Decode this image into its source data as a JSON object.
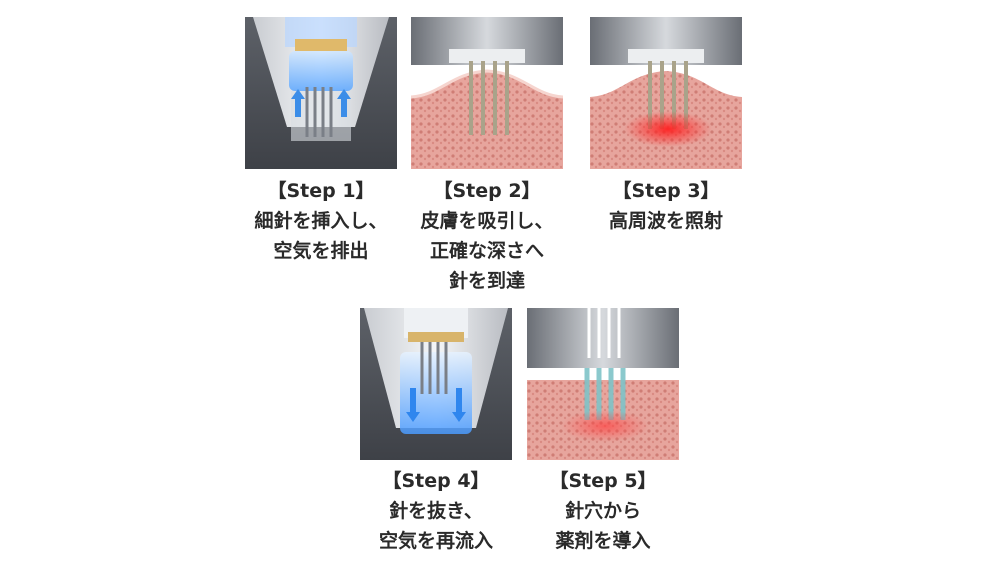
{
  "steps": [
    {
      "title": "【Step 1】",
      "lines": [
        "細針を挿入し、",
        "空気を排出"
      ],
      "illustration": "needle-tip-air-out-icon"
    },
    {
      "title": "【Step 2】",
      "lines": [
        "皮膚を吸引し、",
        "正確な深さへ",
        "針を到達"
      ],
      "illustration": "needles-in-skin-icon"
    },
    {
      "title": "【Step 3】",
      "lines": [
        "高周波を照射"
      ],
      "illustration": "radiofrequency-glow-icon"
    },
    {
      "title": "【Step 4】",
      "lines": [
        "針を抜き、",
        "空気を再流入"
      ],
      "illustration": "needle-tip-air-in-icon"
    },
    {
      "title": "【Step 5】",
      "lines": [
        "針穴から",
        "薬剤を導入"
      ],
      "illustration": "drug-infusion-icon"
    }
  ],
  "colors": {
    "skin": "#e8a8a0",
    "skin_dark": "#c96f69",
    "air_arrow": "#3b8de8",
    "rf_glow": "#ff3030",
    "device_dark": "#4a4e55"
  }
}
